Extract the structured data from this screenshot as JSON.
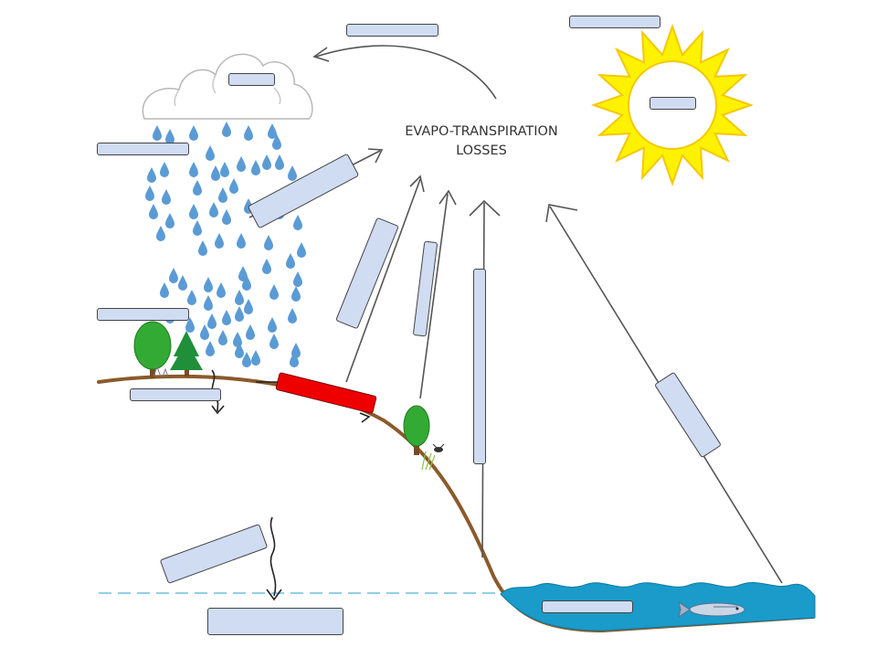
{
  "diagram": {
    "title_line1": "EVAPO-TRANSPIRATION",
    "title_line2": "LOSSES"
  },
  "labels": [
    {
      "id": "cloud-transfer-label",
      "value": ""
    },
    {
      "id": "sun-top-label",
      "value": ""
    },
    {
      "id": "cloud-label",
      "value": ""
    },
    {
      "id": "sun-label",
      "value": ""
    },
    {
      "id": "precipitation-label",
      "value": ""
    },
    {
      "id": "interception-label",
      "value": ""
    },
    {
      "id": "canopy-label",
      "value": ""
    },
    {
      "id": "infiltration-label",
      "value": ""
    },
    {
      "id": "surface-runoff-label",
      "value": "",
      "state": "active"
    },
    {
      "id": "evaporation-soil-label",
      "value": ""
    },
    {
      "id": "transpiration-label",
      "value": ""
    },
    {
      "id": "stream-evaporation-label",
      "value": ""
    },
    {
      "id": "open-water-evaporation-label",
      "value": ""
    },
    {
      "id": "percolation-label",
      "value": ""
    },
    {
      "id": "groundwater-label",
      "value": ""
    },
    {
      "id": "water-body-label",
      "value": ""
    }
  ],
  "colors": {
    "label_fill": "#cfdcf2",
    "highlight": "#ee0000",
    "rain": "#5b9bd5",
    "ground": "#8b5a2b",
    "water": "#1a9bc9",
    "sun": "#fff200",
    "sun_outline": "#f6c700",
    "tree": "#2ca02c"
  },
  "icons": [
    "cloud-icon",
    "sun-icon",
    "rain-icon",
    "tree-icon",
    "pine-icon",
    "fish-icon",
    "insect-icon"
  ]
}
